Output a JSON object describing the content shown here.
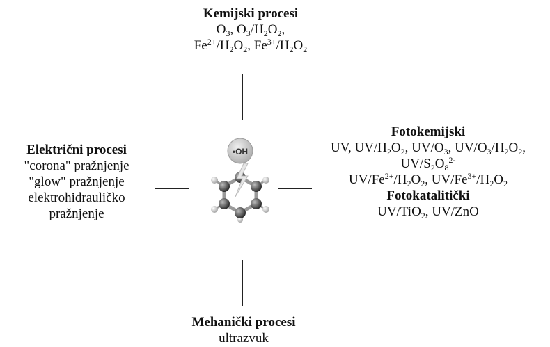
{
  "top": {
    "title": "Kemijski procesi",
    "lines": [
      [
        {
          "t": "O"
        },
        {
          "t": "3",
          "s": "sub"
        },
        {
          "t": ", O"
        },
        {
          "t": "3",
          "s": "sub"
        },
        {
          "t": "/H"
        },
        {
          "t": "2",
          "s": "sub"
        },
        {
          "t": "O"
        },
        {
          "t": "2",
          "s": "sub"
        },
        {
          "t": ","
        }
      ],
      [
        {
          "t": "Fe"
        },
        {
          "t": "2+",
          "s": "sup"
        },
        {
          "t": "/H"
        },
        {
          "t": "2",
          "s": "sub"
        },
        {
          "t": "O"
        },
        {
          "t": "2",
          "s": "sub"
        },
        {
          "t": ", Fe"
        },
        {
          "t": "3+",
          "s": "sup"
        },
        {
          "t": "/H"
        },
        {
          "t": "2",
          "s": "sub"
        },
        {
          "t": "O"
        },
        {
          "t": "2",
          "s": "sub"
        }
      ]
    ]
  },
  "left": {
    "title": "Električni procesi",
    "lines": [
      [
        {
          "t": "\"corona\" pražnjenje"
        }
      ],
      [
        {
          "t": "\"glow\" pražnjenje"
        }
      ],
      [
        {
          "t": "elektrohidrauličko"
        }
      ],
      [
        {
          "t": "pražnjenje"
        }
      ]
    ]
  },
  "right": {
    "title": "Fotokemijski",
    "lines": [
      [
        {
          "t": "UV, UV/H"
        },
        {
          "t": "2",
          "s": "sub"
        },
        {
          "t": "O"
        },
        {
          "t": "2",
          "s": "sub"
        },
        {
          "t": ", UV/O"
        },
        {
          "t": "3",
          "s": "sub"
        },
        {
          "t": ", UV/O"
        },
        {
          "t": "3",
          "s": "sub"
        },
        {
          "t": "/H"
        },
        {
          "t": "2",
          "s": "sub"
        },
        {
          "t": "O"
        },
        {
          "t": "2",
          "s": "sub"
        },
        {
          "t": ","
        }
      ],
      [
        {
          "t": "UV/S"
        },
        {
          "t": "2",
          "s": "sub"
        },
        {
          "t": "O"
        },
        {
          "t": "8",
          "s": "sub"
        },
        {
          "t": "2-",
          "s": "sup"
        }
      ],
      [
        {
          "t": "UV/Fe"
        },
        {
          "t": "2+",
          "s": "sup"
        },
        {
          "t": "/H"
        },
        {
          "t": "2",
          "s": "sub"
        },
        {
          "t": "O"
        },
        {
          "t": "2",
          "s": "sub"
        },
        {
          "t": ", UV/Fe"
        },
        {
          "t": "3+",
          "s": "sup"
        },
        {
          "t": "/H"
        },
        {
          "t": "2",
          "s": "sub"
        },
        {
          "t": "O"
        },
        {
          "t": "2",
          "s": "sub"
        }
      ]
    ],
    "title2": "Fotokatalitički",
    "lines2": [
      [
        {
          "t": "UV/TiO"
        },
        {
          "t": "2",
          "s": "sub"
        },
        {
          "t": ", UV/ZnO"
        }
      ]
    ]
  },
  "bottom": {
    "title": "Mehanički procesi",
    "lines": [
      [
        {
          "t": "ultrazvuk"
        }
      ]
    ]
  },
  "center": {
    "label": "•OH",
    "colors": {
      "bubble": "#c8c8c8",
      "atom": "#3a3a3a",
      "hydrogen": "#d0d0d0",
      "bond": "#9a9a9a",
      "bolt": "#e0e0e0"
    }
  }
}
